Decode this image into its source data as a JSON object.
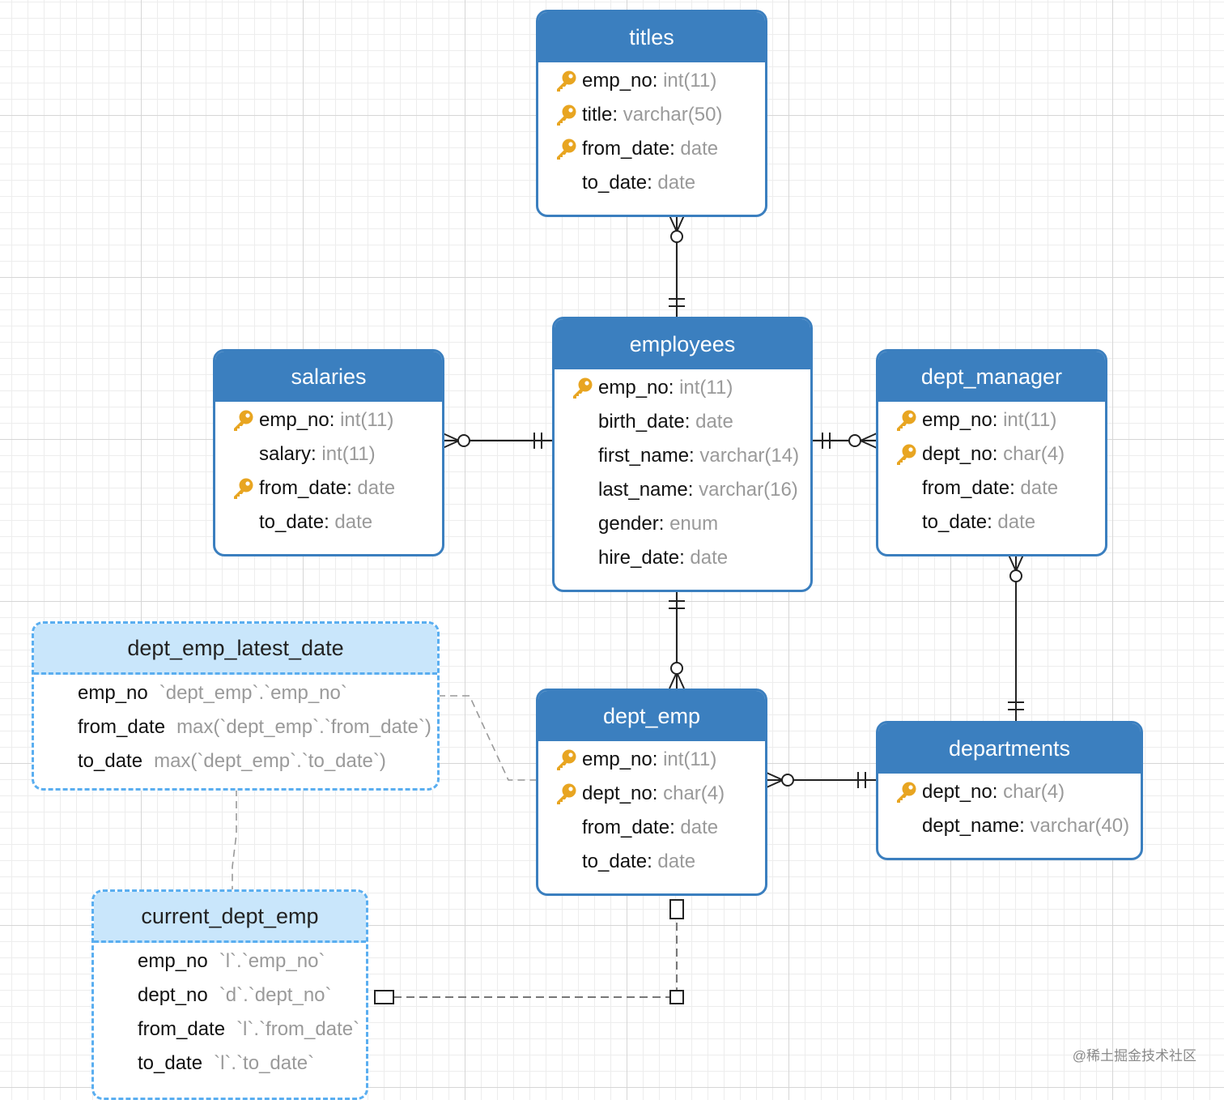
{
  "tables": [
    {
      "id": "titles",
      "name": "titles",
      "fields": [
        {
          "name": "emp_no",
          "type": "int(11)",
          "key": true
        },
        {
          "name": "title",
          "type": "varchar(50)",
          "key": true
        },
        {
          "name": "from_date",
          "type": "date",
          "key": true
        },
        {
          "name": "to_date",
          "type": "date",
          "key": false
        }
      ]
    },
    {
      "id": "salaries",
      "name": "salaries",
      "fields": [
        {
          "name": "emp_no",
          "type": "int(11)",
          "key": true
        },
        {
          "name": "salary",
          "type": "int(11)",
          "key": false
        },
        {
          "name": "from_date",
          "type": "date",
          "key": true
        },
        {
          "name": "to_date",
          "type": "date",
          "key": false
        }
      ]
    },
    {
      "id": "employees",
      "name": "employees",
      "fields": [
        {
          "name": "emp_no",
          "type": "int(11)",
          "key": true
        },
        {
          "name": "birth_date",
          "type": "date",
          "key": false
        },
        {
          "name": "first_name",
          "type": "varchar(14)",
          "key": false
        },
        {
          "name": "last_name",
          "type": "varchar(16)",
          "key": false
        },
        {
          "name": "gender",
          "type": "enum",
          "key": false
        },
        {
          "name": "hire_date",
          "type": "date",
          "key": false
        }
      ]
    },
    {
      "id": "dept_manager",
      "name": "dept_manager",
      "fields": [
        {
          "name": "emp_no",
          "type": "int(11)",
          "key": true
        },
        {
          "name": "dept_no",
          "type": "char(4)",
          "key": true
        },
        {
          "name": "from_date",
          "type": "date",
          "key": false
        },
        {
          "name": "to_date",
          "type": "date",
          "key": false
        }
      ]
    },
    {
      "id": "dept_emp",
      "name": "dept_emp",
      "fields": [
        {
          "name": "emp_no",
          "type": "int(11)",
          "key": true
        },
        {
          "name": "dept_no",
          "type": "char(4)",
          "key": true
        },
        {
          "name": "from_date",
          "type": "date",
          "key": false
        },
        {
          "name": "to_date",
          "type": "date",
          "key": false
        }
      ]
    },
    {
      "id": "departments",
      "name": "departments",
      "fields": [
        {
          "name": "dept_no",
          "type": "char(4)",
          "key": true
        },
        {
          "name": "dept_name",
          "type": "varchar(40)",
          "key": false
        }
      ]
    }
  ],
  "views": [
    {
      "id": "dept_emp_latest_date",
      "name": "dept_emp_latest_date",
      "fields": [
        {
          "name": "emp_no",
          "expr": "`dept_emp`.`emp_no`"
        },
        {
          "name": "from_date",
          "expr": "max(`dept_emp`.`from_date`)"
        },
        {
          "name": "to_date",
          "expr": "max(`dept_emp`.`to_date`)"
        }
      ]
    },
    {
      "id": "current_dept_emp",
      "name": "current_dept_emp",
      "fields": [
        {
          "name": "emp_no",
          "expr": "`l`.`emp_no`"
        },
        {
          "name": "dept_no",
          "expr": "`d`.`dept_no`"
        },
        {
          "name": "from_date",
          "expr": "`l`.`from_date`"
        },
        {
          "name": "to_date",
          "expr": "`l`.`to_date`"
        }
      ]
    }
  ],
  "relationships": [
    {
      "from": "titles",
      "to": "employees",
      "from_cardinality": "zero-or-many",
      "to_cardinality": "one-and-only-one"
    },
    {
      "from": "salaries",
      "to": "employees",
      "from_cardinality": "zero-or-many",
      "to_cardinality": "one-and-only-one"
    },
    {
      "from": "dept_manager",
      "to": "employees",
      "from_cardinality": "zero-or-many",
      "to_cardinality": "one-and-only-one"
    },
    {
      "from": "dept_emp",
      "to": "employees",
      "from_cardinality": "zero-or-many",
      "to_cardinality": "one-and-only-one"
    },
    {
      "from": "dept_manager",
      "to": "departments",
      "from_cardinality": "zero-or-many",
      "to_cardinality": "one-and-only-one"
    },
    {
      "from": "dept_emp",
      "to": "departments",
      "from_cardinality": "zero-or-many",
      "to_cardinality": "one-and-only-one"
    }
  ],
  "view_links": [
    {
      "from": "dept_emp_latest_date",
      "to": "dept_emp"
    },
    {
      "from": "dept_emp_latest_date",
      "to": "current_dept_emp"
    },
    {
      "from": "current_dept_emp",
      "to": "dept_emp"
    }
  ],
  "colors": {
    "table_header": "#3b7fbf",
    "view_header": "#c9e6fb",
    "view_border": "#5aaef0",
    "key_icon": "#e8a521",
    "field_type": "#9a9a9a"
  },
  "icons": {
    "primary_key": "key-icon"
  },
  "watermark": "@稀土掘金技术社区"
}
